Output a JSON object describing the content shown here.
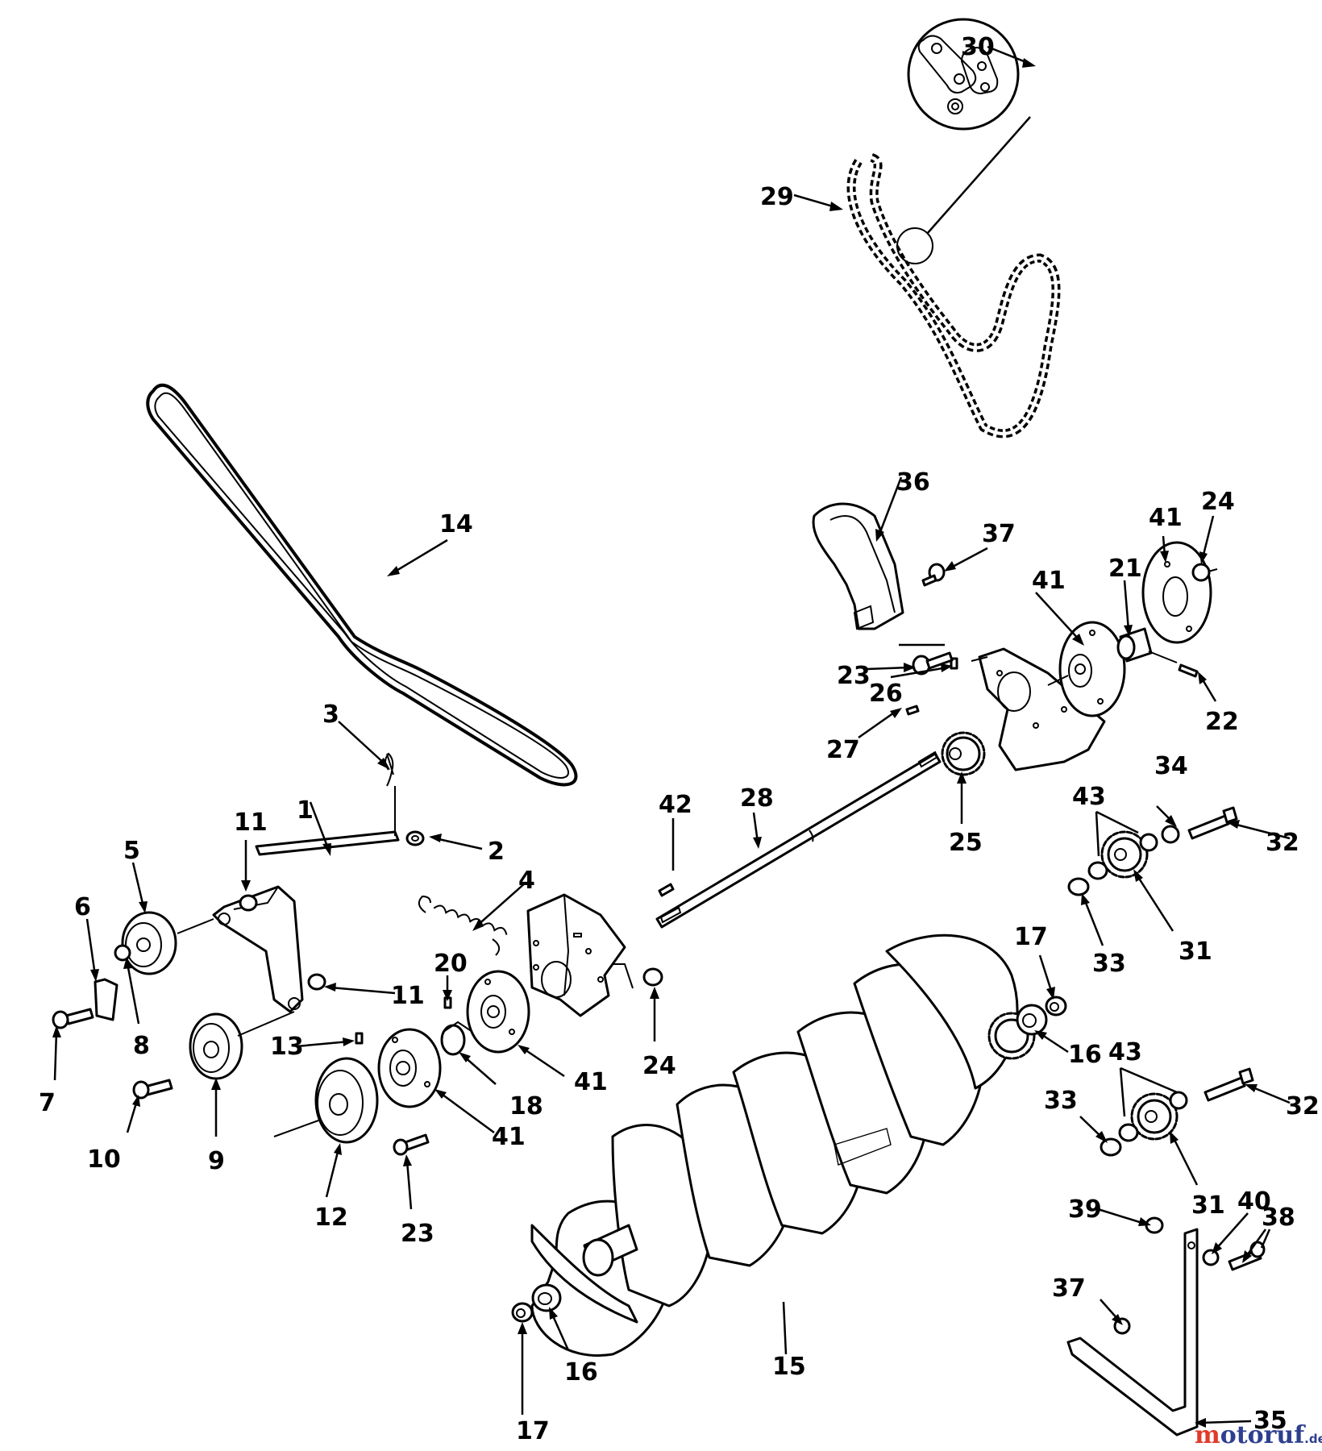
{
  "diagram": {
    "type": "exploded-parts-diagram",
    "line_color": "#000000",
    "background": "#ffffff"
  },
  "callouts": {
    "c1": "1",
    "c2": "2",
    "c3": "3",
    "c4": "4",
    "c5": "5",
    "c6": "6",
    "c7": "7",
    "c8": "8",
    "c9": "9",
    "c10": "10",
    "c11a": "11",
    "c11b": "11",
    "c12": "12",
    "c13": "13",
    "c14": "14",
    "c15": "15",
    "c16a": "16",
    "c16b": "16",
    "c17a": "17",
    "c17b": "17",
    "c18": "18",
    "c20": "20",
    "c21": "21",
    "c22": "22",
    "c23a": "23",
    "c23b": "23",
    "c24a": "24",
    "c24b": "24",
    "c25": "25",
    "c26": "26",
    "c27": "27",
    "c28": "28",
    "c29": "29",
    "c30": "30",
    "c31a": "31",
    "c31b": "31",
    "c32a": "32",
    "c32b": "32",
    "c33a": "33",
    "c33b": "33",
    "c34": "34",
    "c35": "35",
    "c36": "36",
    "c37a": "37",
    "c37b": "37",
    "c38": "38",
    "c39": "39",
    "c40": "40",
    "c41a": "41",
    "c41b": "41",
    "c41c": "41",
    "c41d": "41",
    "c42": "42",
    "c43a": "43",
    "c43b": "43"
  },
  "watermark": {
    "brand_main": "motoruf",
    "brand_suffix": ".de",
    "color_m": "#e03b2a",
    "color_rest": "#2e3f8f"
  }
}
